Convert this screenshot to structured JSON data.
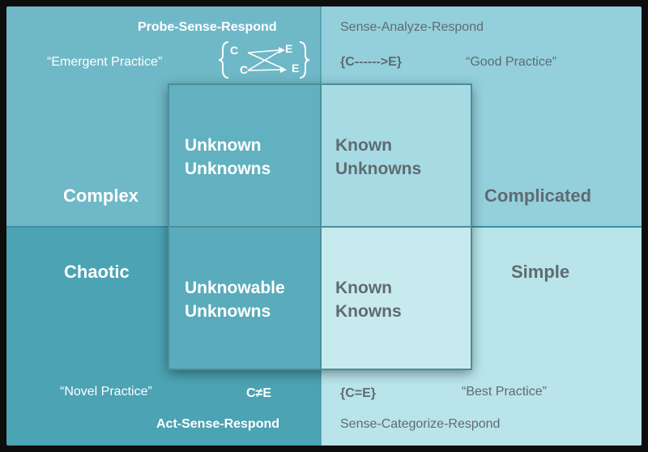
{
  "top": {
    "left_method": "Probe-Sense-Respond",
    "right_method": "Sense-Analyze-Respond",
    "left_practice": "“Emergent Practice”",
    "right_practice": "“Good Practice”",
    "right_relation": "{C------>E}",
    "complex_relation": {
      "c1": "C",
      "c2": "C",
      "e1": "E",
      "e2": "E"
    }
  },
  "bottom": {
    "left_method": "Act-Sense-Respond",
    "right_method": "Sense-Categorize-Respond",
    "left_practice": "“Novel Practice”",
    "right_practice": "“Best Practice”",
    "left_relation": "C≠E",
    "right_relation": "{C=E}"
  },
  "domains": {
    "complex": "Complex",
    "complicated": "Complicated",
    "chaotic": "Chaotic",
    "simple": "Simple"
  },
  "cells": {
    "top_left": "Unknown\nUnknowns",
    "top_right": "Known\nUnknowns",
    "bottom_left": "Unknowable\nUnknowns",
    "bottom_right": "Known\nKnowns"
  },
  "colors": {
    "white_text": "#ffffff",
    "grey_text": "#5f6b71"
  }
}
